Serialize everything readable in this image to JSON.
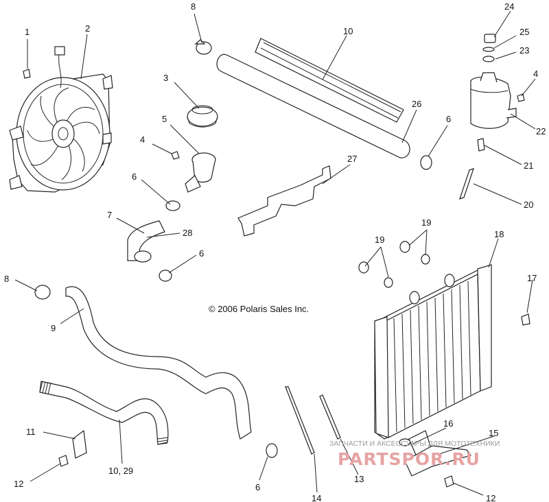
{
  "copyright": "© 2006 Polaris Sales Inc.",
  "watermark": {
    "line1": "ЗАПЧАСТИ И АКСЕССУАРЫ ДЛЯ МОТОТЕХНИКИ",
    "brand": "PARTSPOR.RU"
  },
  "callouts": {
    "c1": "1",
    "c2": "2",
    "c3": "3",
    "c4a": "4",
    "c5": "5",
    "c6a": "6",
    "c7": "7",
    "c28": "28",
    "c6b": "6",
    "c8a": "8",
    "c10a": "10",
    "c26": "26",
    "c6c": "6",
    "c27": "27",
    "c24": "24",
    "c25": "25",
    "c23": "23",
    "c4b": "4",
    "c22": "22",
    "c21": "21",
    "c20": "20",
    "c8b": "8",
    "c9": "9",
    "c19a": "19",
    "c19b": "19",
    "c18": "18",
    "c17": "17",
    "c11": "11",
    "c12a": "12",
    "c1029": "10, 29",
    "c6d": "6",
    "c14": "14",
    "c13": "13",
    "c16": "16",
    "c15": "15",
    "c12b": "12"
  }
}
